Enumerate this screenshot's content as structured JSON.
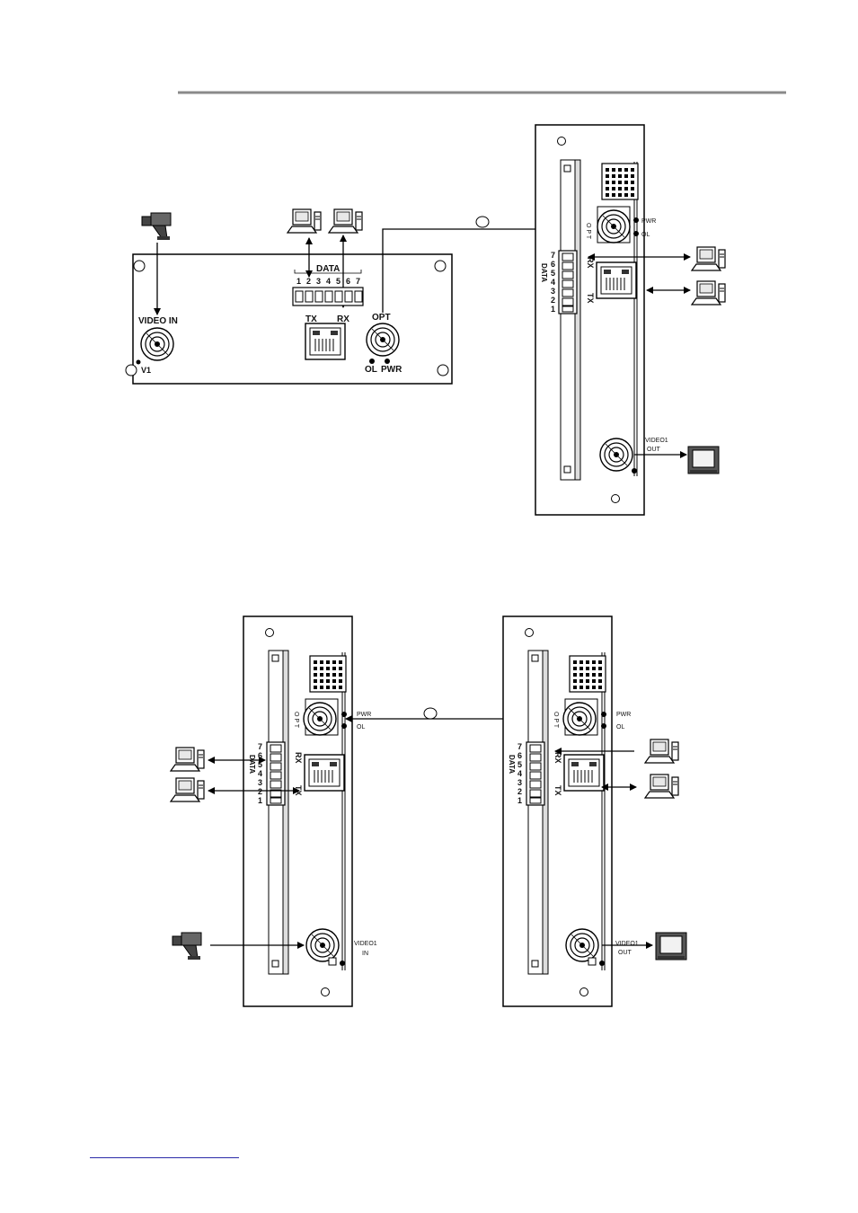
{
  "page": {
    "footer_link_text": ""
  },
  "diagram1": {
    "transmitter": {
      "video_in_label": "VIDEO IN",
      "v1_label": "V1",
      "data_label": "DATA",
      "data_pins": [
        "1",
        "2",
        "3",
        "4",
        "5",
        "6",
        "7"
      ],
      "tx_label": "TX",
      "rx_label": "RX",
      "opt_label": "OPT",
      "ol_label": "OL",
      "pwr_label": "PWR"
    },
    "receiver": {
      "opt_vertical": "O P T",
      "pwr_label": "PWR",
      "ol_label": "OL",
      "data_vertical": "DATA",
      "pins_desc": [
        "7",
        "6",
        "5",
        "4",
        "3",
        "2",
        "1"
      ],
      "rx_label": "RX",
      "tx_label": "TX",
      "video_label_1": "VIDEO1",
      "video_label_2": "OUT"
    }
  },
  "diagram2": {
    "left_card": {
      "opt_vertical": "O P T",
      "pwr_label": "PWR",
      "ol_label": "OL",
      "data_vertical": "DATA",
      "pins_desc": [
        "7",
        "6",
        "5",
        "4",
        "3",
        "2",
        "1"
      ],
      "rx_label": "RX",
      "tx_label": "TX",
      "video_label_1": "VIDEO1",
      "video_label_2": "IN"
    },
    "right_card": {
      "opt_vertical": "O P T",
      "pwr_label": "PWR",
      "ol_label": "OL",
      "data_vertical": "DATA",
      "pins_desc": [
        "7",
        "6",
        "5",
        "4",
        "3",
        "2",
        "1"
      ],
      "rx_label": "RX",
      "tx_label": "TX",
      "video_label_1": "VIDEO1",
      "video_label_2": "OUT"
    }
  },
  "colors": {
    "header_rule": "#8a8a8a",
    "line": "#000000",
    "device_fill": "#555555",
    "link": "#2a2aa8"
  },
  "icons": [
    "camera-icon",
    "computer-icon",
    "monitor-icon",
    "bnc-connector-icon",
    "rj45-port-icon",
    "fiber-loop-icon"
  ]
}
